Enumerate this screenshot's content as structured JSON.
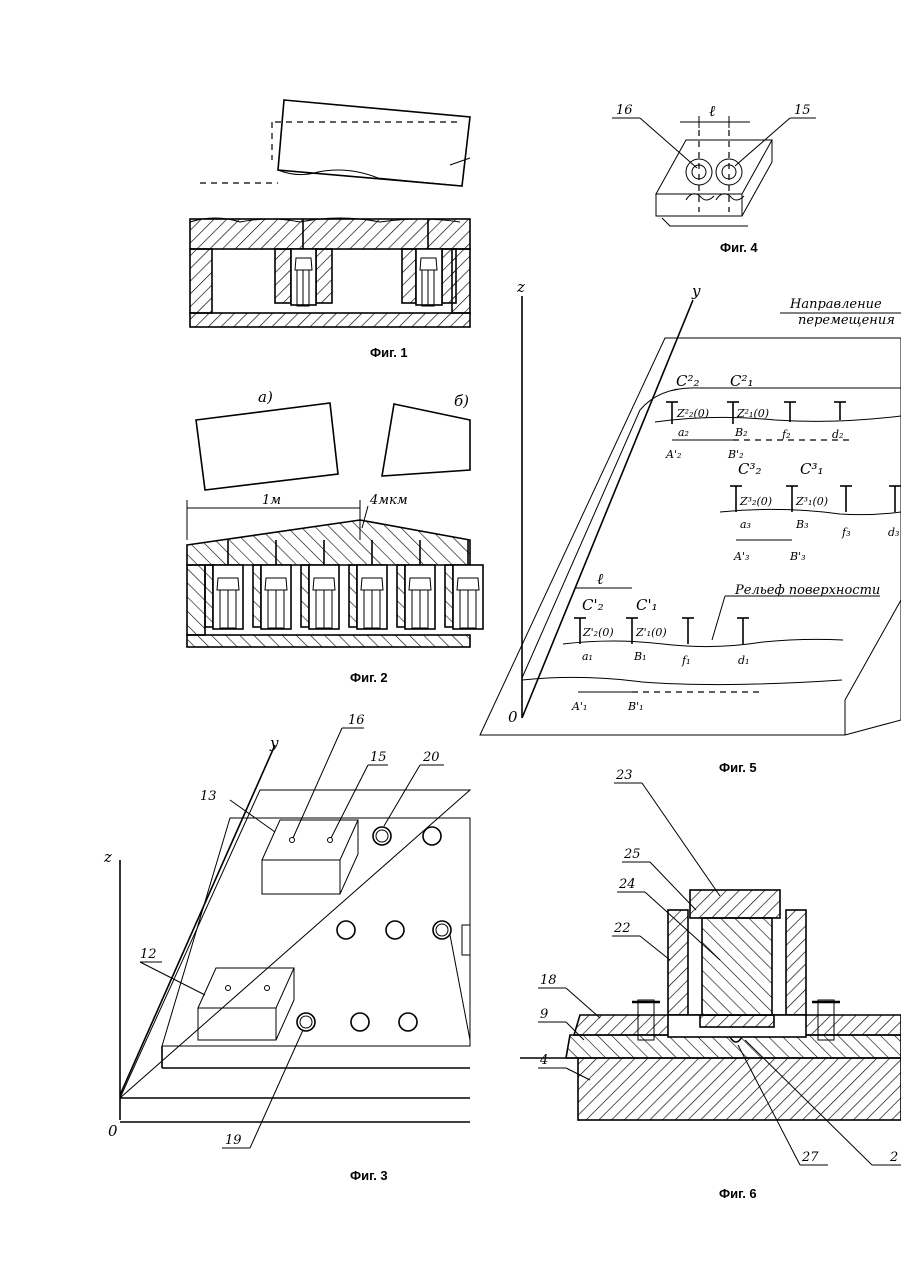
{
  "figures": {
    "fig1": {
      "caption": "Фиг. 1"
    },
    "fig2": {
      "caption": "Фиг. 2",
      "label_a": "а)",
      "label_b": "б)",
      "dim_1m": "1м",
      "dim_4mkm": "4мкм"
    },
    "fig3": {
      "caption": "Фиг. 3",
      "axis_z": "z",
      "axis_y": "y",
      "origin": "0",
      "labels": {
        "l13": "13",
        "l16": "16",
        "l15": "15",
        "l20": "20",
        "l12": "12",
        "l19": "19"
      }
    },
    "fig4": {
      "caption": "Фиг. 4",
      "l16": "16",
      "l15": "15",
      "dim_l": "ℓ"
    },
    "fig5": {
      "caption": "Фиг. 5",
      "axis_z": "z",
      "axis_y": "y",
      "origin": "0",
      "direction_line1": "Направление",
      "direction_line2": "перемещения",
      "relief": "Рельеф поверхности",
      "dim_l": "ℓ",
      "row2": {
        "c2": "C²₂",
        "c1": "C²₁",
        "z2": "Z²₂(0)",
        "z1": "Z²₁(0)",
        "a": "a₂",
        "b": "B₂",
        "f": "f₂",
        "d": "d₂",
        "A": "A'₂",
        "B": "B'₂"
      },
      "row3": {
        "c2": "C³₂",
        "c1": "C³₁",
        "z2": "Z³₂(0)",
        "z1": "Z³₁(0)",
        "a": "a₃",
        "b": "B₃",
        "f": "f₃",
        "d": "d₃",
        "A": "A'₃",
        "B": "B'₃"
      },
      "row1": {
        "c2": "C'₂",
        "c1": "C'₁",
        "z2": "Z'₂(0)",
        "z1": "Z'₁(0)",
        "a": "a₁",
        "b": "B₁",
        "f": "f₁",
        "d": "d₁",
        "A": "A'₁",
        "B": "B'₁"
      }
    },
    "fig6": {
      "caption": "Фиг. 6",
      "labels": {
        "l23": "23",
        "l25": "25",
        "l24": "24",
        "l22": "22",
        "l18": "18",
        "l9": "9",
        "l4": "4",
        "l27": "27",
        "l26": "2"
      }
    }
  }
}
